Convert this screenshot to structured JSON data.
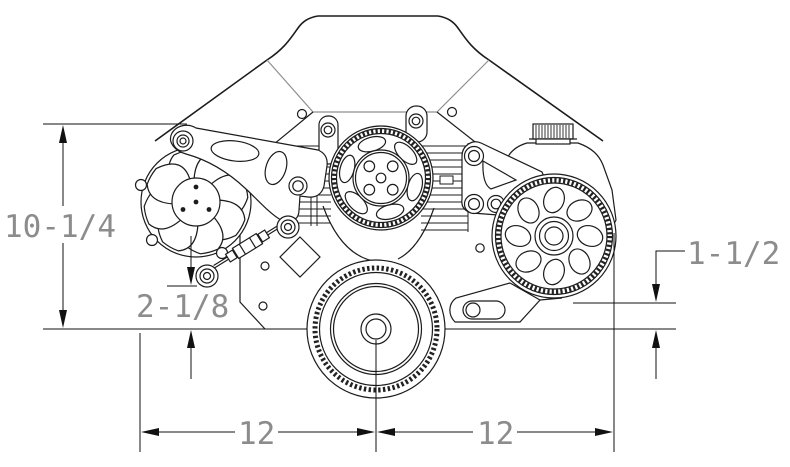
{
  "drawing": {
    "dimensions": {
      "height_overall": "10-1/4",
      "alternator_drop": "2-1/8",
      "pump_drop": "1-1/2",
      "span_left": "12",
      "span_right": "12"
    },
    "colors": {
      "line": "#1c1c1c",
      "face_line": "#8f8f8f",
      "dimension_text": "#8c8c8c",
      "background": "#ffffff"
    },
    "components": [
      "engine-front-outline",
      "valve-covers",
      "water-pump-pulley",
      "alternator-fan",
      "alternator-bracket",
      "adjuster-turnbuckle",
      "power-steering-pump-pulley",
      "reservoir-cap",
      "crank-pulley",
      "tensioner-tab"
    ]
  }
}
